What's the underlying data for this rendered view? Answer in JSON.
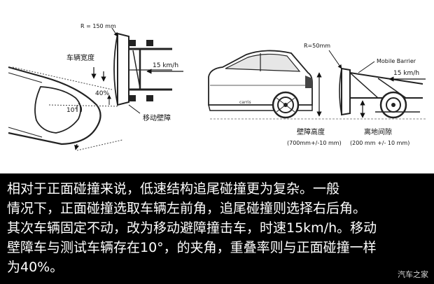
{
  "left_diagram": {
    "radius_label": "R = 150 mm",
    "vehicle_width_label": "车辆宽度",
    "overlap_label": "40%",
    "angle_label": "10°",
    "speed_label": "15 km/h",
    "barrier_label": "移动壁障"
  },
  "right_diagram": {
    "radius_label": "R=50mm",
    "barrier_label": "Mobile Barrier",
    "speed_label": "15 km/h",
    "car_badge": "carris",
    "height_label": "壁障高度",
    "height_spec": "(700mm+/-10 mm)",
    "clearance_label": "离地间隙",
    "clearance_spec": "(200 mm +/- 10 mm)"
  },
  "caption": {
    "lines": [
      "相对于正面碰撞来说，低速结构追尾碰撞更为复杂。一般",
      "情况下，正面碰撞选取车辆左前角，追尾碰撞则选择右后角。",
      "其次车辆固定不动，改为移动避障撞击车，时速15km/h。移动",
      "壁障车与测试车辆存在10°，的夹角，重叠率则与正面碰撞一样",
      "为40%。"
    ]
  },
  "watermark": "汽车之家"
}
